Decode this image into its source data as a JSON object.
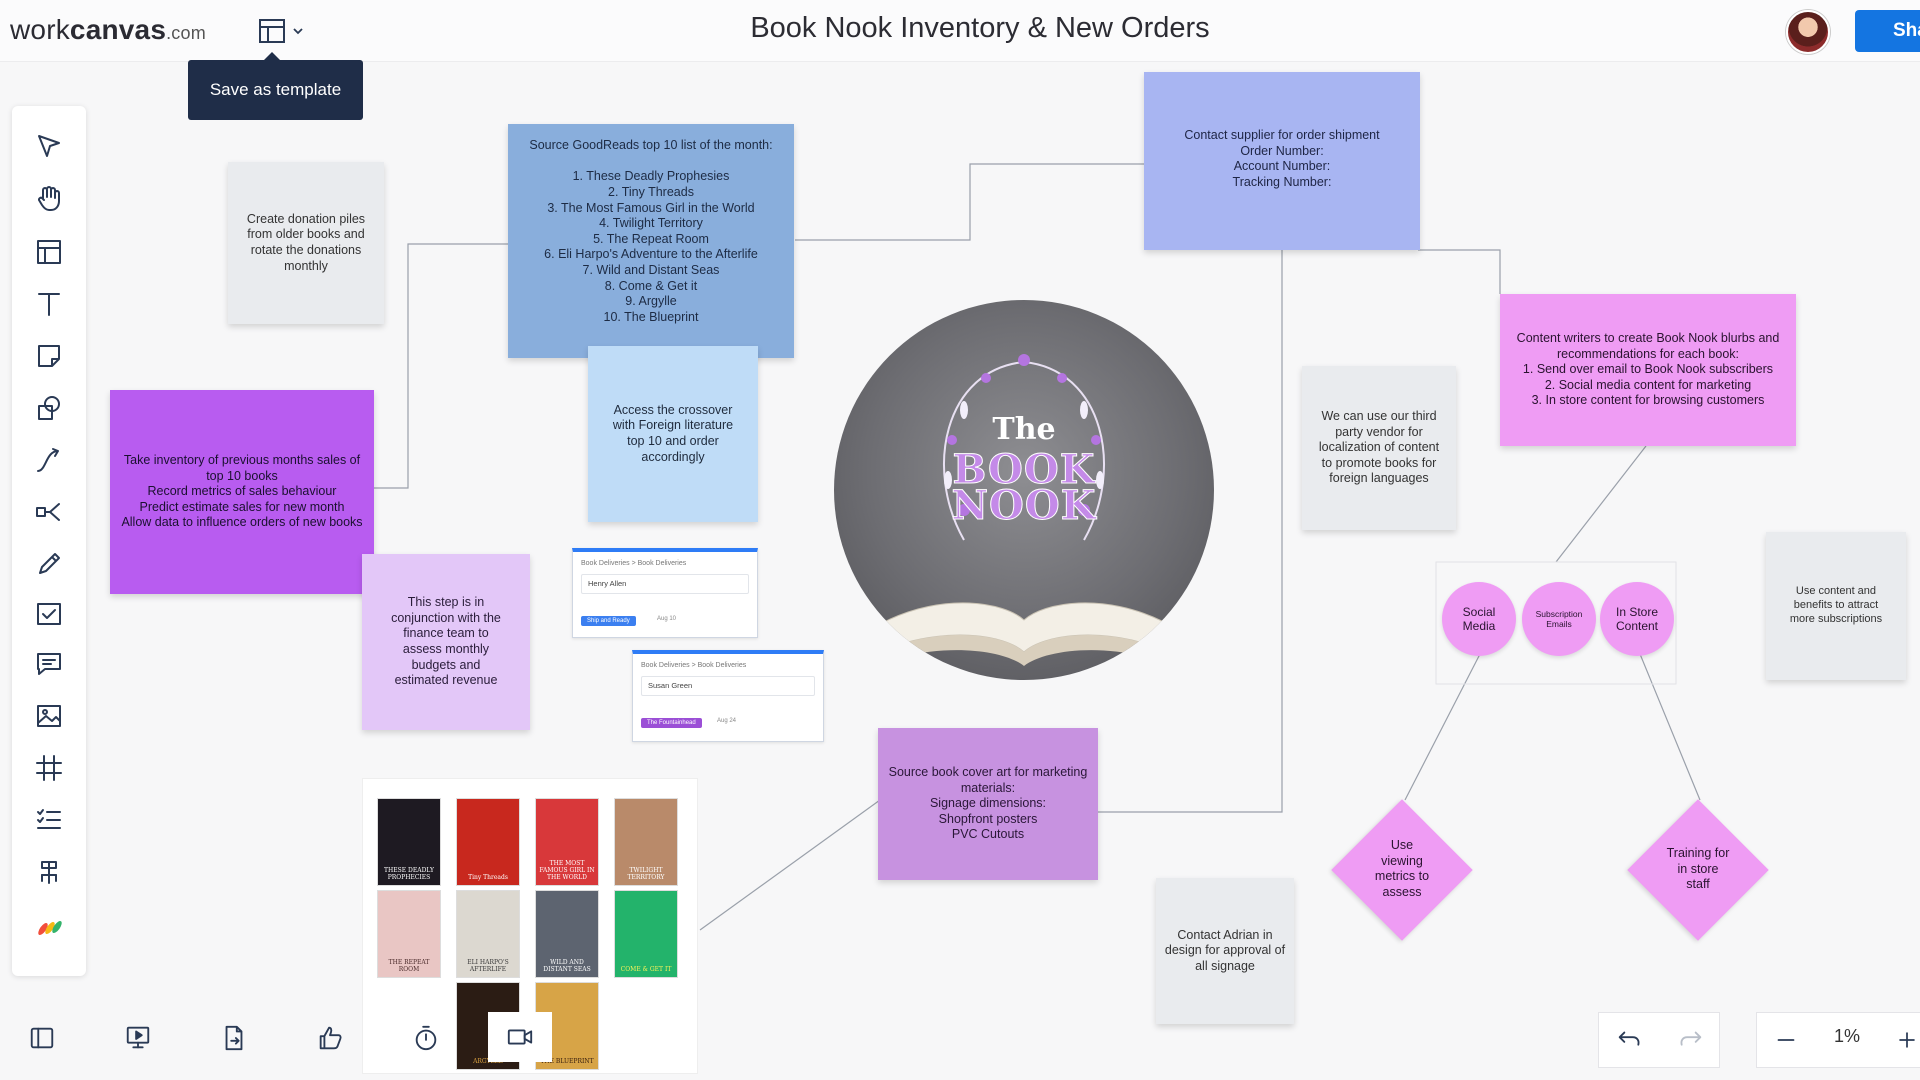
{
  "header": {
    "logo_main": "work",
    "logo_bold": "canvas",
    "logo_domain": ".com",
    "template_tooltip": "Save as template",
    "board_title": "Book Nook Inventory & New Orders",
    "share_label": "Shar"
  },
  "toolbar": {
    "tools": [
      "select-icon",
      "hand-icon",
      "frame-icon",
      "text-icon",
      "sticky-note-icon",
      "shapes-icon",
      "connector-icon",
      "mindmap-icon",
      "pen-icon",
      "task-icon",
      "comment-icon",
      "image-icon",
      "grid-icon",
      "list-icon",
      "chart-icon",
      "apps-icon"
    ]
  },
  "stickies": {
    "donation": "Create donation piles\nfrom older books and\nrotate the donations\nmonthly",
    "goodreads": "Source GoodReads top 10 list of the month:\n\n1. These Deadly Prophesies\n2. Tiny Threads\n3. The Most Famous Girl in the World\n4. Twilight Territory\n5. The Repeat Room\n6. Eli Harpo's Adventure to the Afterlife\n7. Wild and Distant Seas\n8. Come & Get it\n9. Argylle\n10. The Blueprint",
    "supplier": "Contact supplier for order shipment\nOrder Number:\nAccount Number:\nTracking Number:",
    "inventory": "Take inventory of previous months sales of\ntop 10 books\nRecord metrics of sales behaviour\nPredict estimate sales for new month\nAllow data to influence orders of new books",
    "crossover": "Access the crossover\nwith Foreign literature\ntop 10 and order\naccordingly",
    "finance": "This step is in\nconjunction with the\nfinance team to\nassess monthly\nbudgets and\nestimated revenue",
    "vendor": "We can use our third\nparty vendor for\nlocalization of content\nto promote books for\nforeign languages",
    "content_writers": "Content writers to create Book Nook blurbs and\nrecommendations for each book:\n1. Send over email to Book Nook subscribers\n2. Social media content for marketing\n3. In store content for browsing customers",
    "subscriptions": "Use content and\nbenefits to attract\nmore subscriptions",
    "cover_art": "Source book cover art for marketing\nmaterials:\nSignage dimensions:\nShopfront posters\nPVC Cutouts",
    "adrian": "Contact Adrian in\ndesign for approval of\nall signage"
  },
  "booknook": {
    "the": "The",
    "book": "BOOK",
    "nook": "NOOK"
  },
  "cards": [
    {
      "crumb": "Book Deliveries > Book Deliveries",
      "name": "Henry Allen",
      "tag": "Ship and Ready",
      "tag_color": "#3b7ff0",
      "date": "Aug 10"
    },
    {
      "crumb": "Book Deliveries > Book Deliveries",
      "name": "Susan Green",
      "tag": "The Fountainhead",
      "tag_color": "#9b4fd6",
      "date": "Aug 24"
    }
  ],
  "covers": [
    {
      "title": "THESE DEADLY PROPHECIES",
      "color": "#1e1a22"
    },
    {
      "title": "Tiny Threads",
      "color": "#c8281e"
    },
    {
      "title": "THE MOST FAMOUS GIRL IN THE WORLD",
      "color": "#d8383a"
    },
    {
      "title": "TWILIGHT TERRITORY",
      "color": "#b98a6a"
    },
    {
      "title": "THE REPEAT ROOM",
      "color": "#e9c6c4"
    },
    {
      "title": "ELI HARPO'S AFTERLIFE",
      "color": "#dcd8d0"
    },
    {
      "title": "WILD AND DISTANT SEAS",
      "color": "#5d6470"
    },
    {
      "title": "COME & GET IT",
      "color": "#23b36b"
    },
    {
      "title": "ARGYLLE",
      "color": "#2b1c14"
    },
    {
      "title": "THE BLUEPRINT",
      "color": "#d7a447"
    }
  ],
  "diagram": {
    "social_media": "Social\nMedia",
    "subscription_emails": "Subscription\nEmails",
    "in_store_content": "In Store\nContent",
    "viewing_metrics": "Use\nviewing\nmetrics to\nassess",
    "training": "Training for\nin store\nstaff"
  },
  "bottom_bar": {
    "icons": [
      "panel-icon",
      "present-icon",
      "export-icon",
      "thumbs-up-icon",
      "timer-icon",
      "video-icon"
    ],
    "zoom_level": "1%"
  }
}
